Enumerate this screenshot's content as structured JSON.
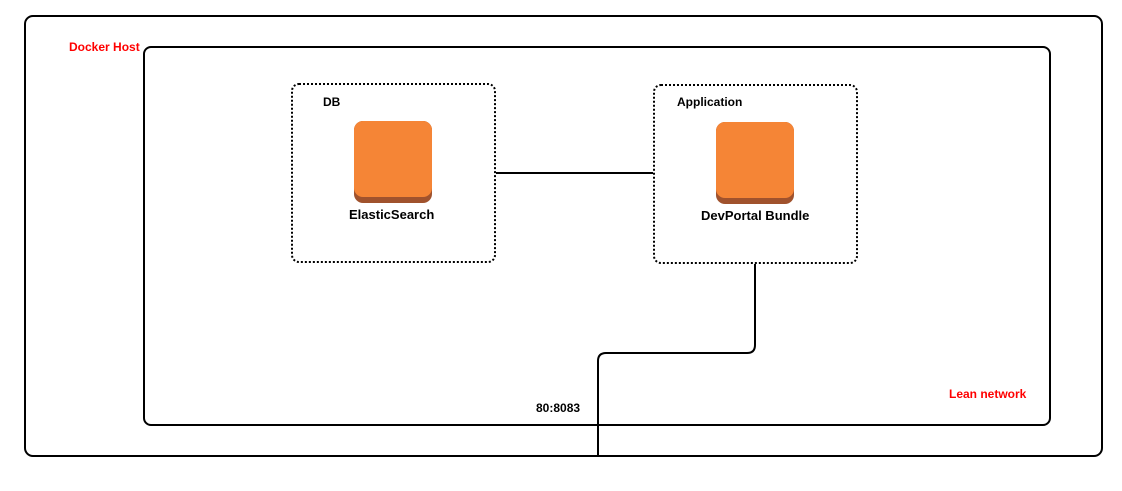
{
  "docker_host": {
    "label": "Docker Host"
  },
  "lean_network": {
    "label": "Lean network"
  },
  "db": {
    "label": "DB",
    "node_label": "ElasticSearch"
  },
  "application": {
    "label": "Application",
    "node_label": "DevPortal Bundle"
  },
  "port_mapping": "80:8083",
  "colors": {
    "node_fill": "#f58536",
    "node_shadow": "#a0522d",
    "network_label": "#ff0000"
  }
}
